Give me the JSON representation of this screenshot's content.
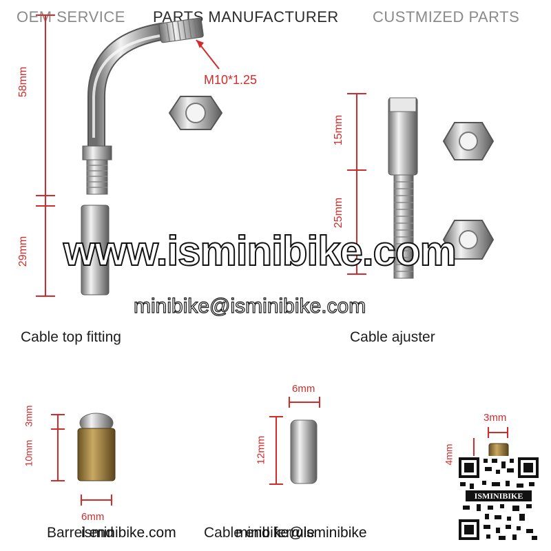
{
  "header": {
    "left": "OEM SERVICE",
    "center": "PARTS MANUFACTURER",
    "right": "CUSTMIZED PARTS"
  },
  "dimensions": {
    "top_fitting_upper": "58mm",
    "top_fitting_lower": "29mm",
    "thread": "M10*1.25",
    "adjuster_upper": "15mm",
    "adjuster_lower": "25mm",
    "barrel_top": "3mm",
    "barrel_body": "10mm",
    "barrel_width": "6mm",
    "pin_width": "6mm",
    "pin_height": "12mm",
    "ferrule_width": "3mm",
    "ferrule_height": "4mm"
  },
  "captions": {
    "top_fitting": "Cable top fitting",
    "adjuster": "Cable ajuster",
    "barrel": "Barrel end",
    "ferrule": "Cable end ferrule"
  },
  "watermark": {
    "site": "www.isminibike.com",
    "email": "minibike@isminibike.com",
    "footer_site": "isminibike.com",
    "footer_email": "minibike@isminibike"
  },
  "qr": {
    "label": "ISMINIBIKE"
  },
  "colors": {
    "dimension_red": "#d42a2a",
    "chrome": "#c8c8c8",
    "brass": "#a08040"
  }
}
